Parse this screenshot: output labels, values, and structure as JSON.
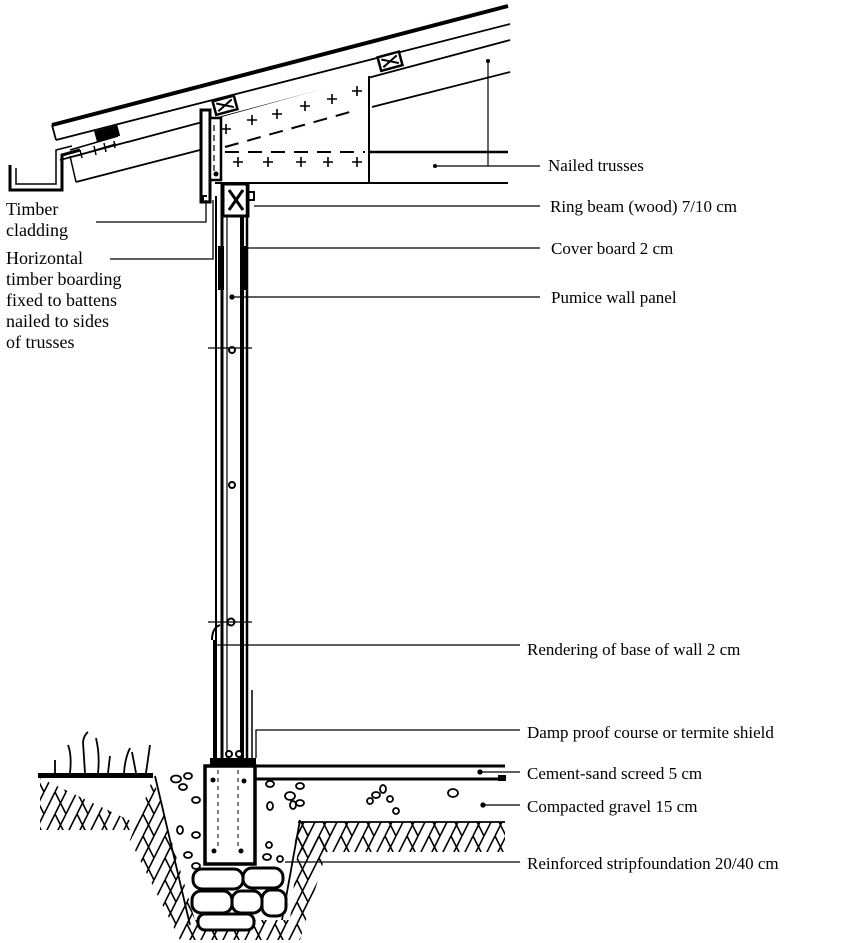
{
  "figure": {
    "title": "Wall section: pumice wall panel on reinforced strip foundation",
    "line_color": "#000000",
    "background_color": "#ffffff"
  },
  "labels_left": {
    "timber_cladding": [
      "Timber",
      "cladding"
    ],
    "horizontal_boarding": [
      "Horizontal",
      "timber boarding",
      "fixed to battens",
      "nailed to sides",
      "of trusses"
    ]
  },
  "labels_right": {
    "nailed_trusses": "Nailed trusses",
    "ring_beam": "Ring beam (wood) 7/10 cm",
    "cover_board": "Cover board 2 cm",
    "pumice_wall_panel": "Pumice wall panel",
    "rendering": "Rendering of base of wall 2 cm",
    "damp_proof": "Damp proof course or termite shield",
    "screed": "Cement-sand screed 5 cm",
    "gravel": "Compacted gravel 15 cm",
    "foundation": "Reinforced stripfoundation 20/40 cm"
  }
}
